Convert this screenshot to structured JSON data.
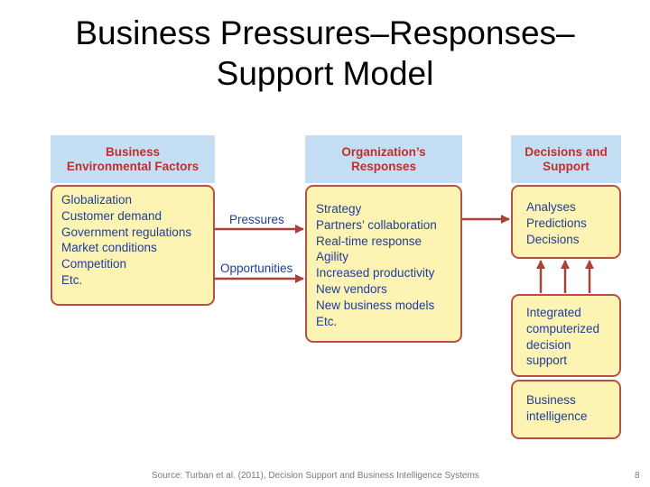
{
  "title": {
    "line1": "Business Pressures–Responses–",
    "line2": "Support Model"
  },
  "columns": {
    "factors": {
      "header": [
        "Business",
        "Environmental Factors"
      ],
      "items": [
        "Globalization",
        "Customer demand",
        "Government regulations",
        "Market conditions",
        "Competition",
        "Etc."
      ]
    },
    "responses": {
      "header": [
        "Organization’s",
        "Responses"
      ],
      "items": [
        "Strategy",
        "Partners’ collaboration",
        "Real-time response",
        "Agility",
        "Increased productivity",
        "New vendors",
        "New business models",
        "Etc."
      ]
    },
    "support": {
      "header": [
        "Decisions and",
        "Support"
      ],
      "analyses": [
        "Analyses",
        "Predictions",
        "Decisions"
      ],
      "computerized": [
        "Integrated",
        "computerized",
        "decision",
        "support"
      ],
      "bi": [
        "Business",
        "intelligence"
      ]
    }
  },
  "flows": {
    "pressures": "Pressures",
    "opportunities": "Opportunities"
  },
  "colors": {
    "header_bg": "#c4def3",
    "box_fill": "#fdf3b2",
    "box_border": "#b8503f",
    "text_blue": "#1e3e9c",
    "header_red": "#c0302b"
  },
  "footer": {
    "source": "Source: Turban et al. (2011), Decision Support and Business Intelligence Systems",
    "page": "8"
  }
}
